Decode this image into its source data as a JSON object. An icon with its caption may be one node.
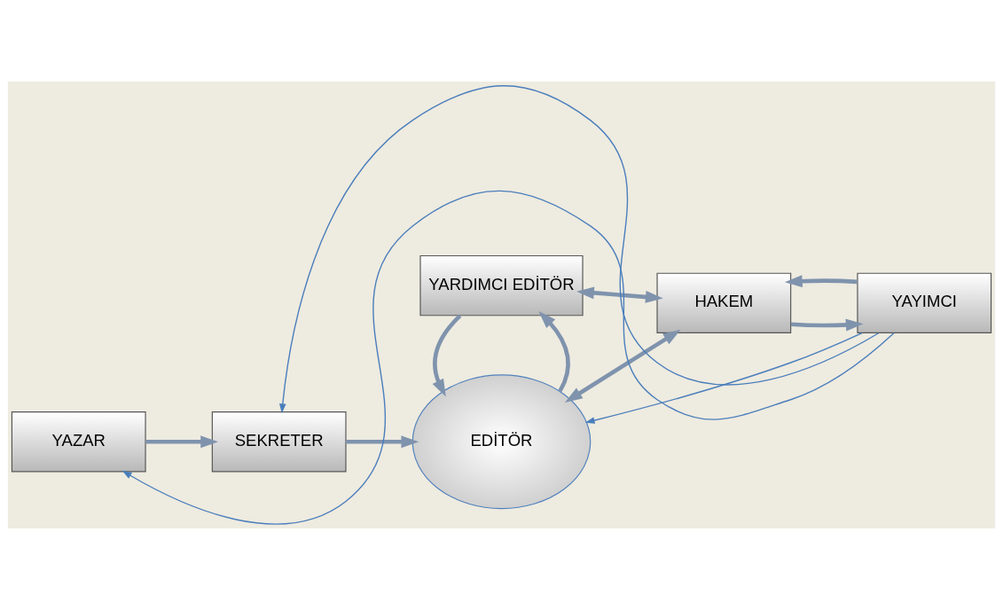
{
  "diagram": {
    "nodes": [
      {
        "text": [
          "EDİTÖR"
        ]
      },
      {
        "text": [
          "YAZAR"
        ]
      },
      {
        "text": [
          "SEKRETER"
        ]
      },
      {
        "text": [
          "YARDIMCI EDİTÖR"
        ]
      },
      {
        "text": [
          "HAKEM"
        ]
      },
      {
        "text": [
          "YAYIMCI"
        ]
      }
    ],
    "edges": [
      {
        "from": 1,
        "to": 2,
        "arrow": "to"
      },
      {
        "from": 2,
        "to": 0,
        "arrow": "to"
      },
      {
        "from": 0,
        "to": 3,
        "arrow": "to"
      },
      {
        "from": 3,
        "to": 0,
        "arrow": "to"
      },
      {
        "from": 0,
        "to": 4,
        "arrow": "both"
      },
      {
        "from": 3,
        "to": 4,
        "arrow": "both"
      },
      {
        "from": 5,
        "to": 4,
        "arrow": "to"
      },
      {
        "from": 4,
        "to": 5,
        "arrow": "to"
      },
      {
        "from": 5,
        "to": 1,
        "arrow": "to",
        "color": "#4a7ebb"
      },
      {
        "from": 5,
        "to": 0,
        "arrow": "to",
        "color": "#4a7ebb"
      },
      {
        "from": 5,
        "to": 2,
        "arrow": "to",
        "color": "#4a7ebb"
      }
    ]
  }
}
